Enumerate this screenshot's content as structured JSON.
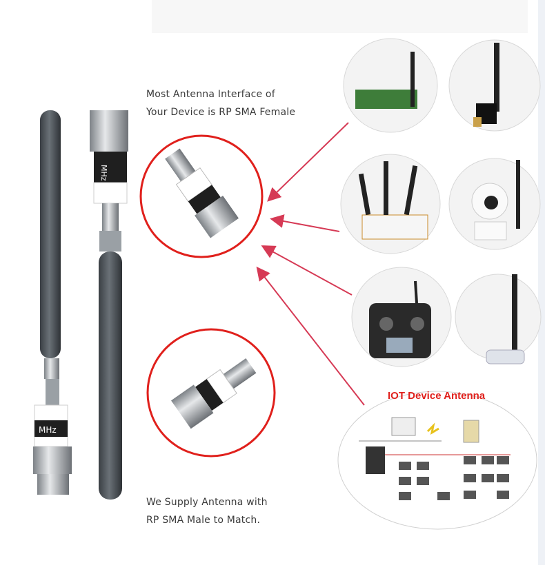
{
  "captions": {
    "top_line1": "Most Antenna Interface of",
    "top_line2": "Your Device is RP SMA Female",
    "bottom_line1": "We Supply Antenna with",
    "bottom_line2": "RP SMA Male to Match."
  },
  "labels": {
    "iot_title": "IOT Device Antenna",
    "band_left": "MHz",
    "band_right": "MHz"
  },
  "colors": {
    "highlight_red": "#e0201c",
    "arrow_red": "#d63a55",
    "antenna_gray": "#4a5056",
    "metal": "#b8bcc0"
  },
  "devices": [
    {
      "name": "pci-wifi-card"
    },
    {
      "name": "usb-wifi-adapter"
    },
    {
      "name": "wifi-router"
    },
    {
      "name": "ip-camera"
    },
    {
      "name": "rc-transmitter"
    },
    {
      "name": "usb-wifi-booster"
    }
  ]
}
